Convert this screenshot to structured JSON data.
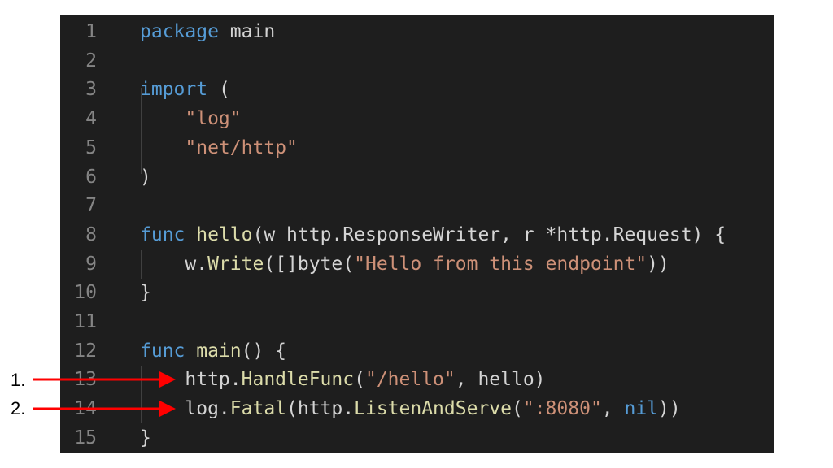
{
  "lines": [
    {
      "n": "1",
      "tokens": [
        [
          "kw",
          "package"
        ],
        [
          "p",
          " main"
        ]
      ]
    },
    {
      "n": "2",
      "tokens": []
    },
    {
      "n": "3",
      "tokens": [
        [
          "kw",
          "import"
        ],
        [
          "p",
          " ("
        ]
      ]
    },
    {
      "n": "4",
      "tokens": [
        [
          "p",
          "    "
        ],
        [
          "str",
          "\"log\""
        ]
      ]
    },
    {
      "n": "5",
      "tokens": [
        [
          "p",
          "    "
        ],
        [
          "str",
          "\"net/http\""
        ]
      ]
    },
    {
      "n": "6",
      "tokens": [
        [
          "p",
          ")"
        ]
      ]
    },
    {
      "n": "7",
      "tokens": []
    },
    {
      "n": "8",
      "tokens": [
        [
          "kw",
          "func"
        ],
        [
          "p",
          " "
        ],
        [
          "fn",
          "hello"
        ],
        [
          "p",
          "(w http.ResponseWriter, r *http.Request) {"
        ]
      ]
    },
    {
      "n": "9",
      "tokens": [
        [
          "p",
          "    w."
        ],
        [
          "fn",
          "Write"
        ],
        [
          "p",
          "([]byte("
        ],
        [
          "str",
          "\"Hello from this endpoint\""
        ],
        [
          "p",
          "))"
        ]
      ]
    },
    {
      "n": "10",
      "tokens": [
        [
          "p",
          "}"
        ]
      ]
    },
    {
      "n": "11",
      "tokens": []
    },
    {
      "n": "12",
      "tokens": [
        [
          "kw",
          "func"
        ],
        [
          "p",
          " "
        ],
        [
          "fn",
          "main"
        ],
        [
          "p",
          "() {"
        ]
      ]
    },
    {
      "n": "13",
      "tokens": [
        [
          "p",
          "    http."
        ],
        [
          "fn",
          "HandleFunc"
        ],
        [
          "p",
          "("
        ],
        [
          "str",
          "\"/hello\""
        ],
        [
          "p",
          ", hello)"
        ]
      ]
    },
    {
      "n": "14",
      "tokens": [
        [
          "p",
          "    log."
        ],
        [
          "fn",
          "Fatal"
        ],
        [
          "p",
          "(http."
        ],
        [
          "fn",
          "ListenAndServe"
        ],
        [
          "p",
          "("
        ],
        [
          "str",
          "\":8080\""
        ],
        [
          "p",
          ", "
        ],
        [
          "kw",
          "nil"
        ],
        [
          "p",
          "))"
        ]
      ]
    },
    {
      "n": "15",
      "tokens": [
        [
          "p",
          "}"
        ]
      ]
    }
  ],
  "annotations": [
    {
      "label": "1.",
      "target_line": "13"
    },
    {
      "label": "2.",
      "target_line": "14"
    }
  ],
  "colors": {
    "background": "#1e1e1e",
    "keyword": "#569cd6",
    "string": "#ce9178",
    "function": "#dcdcaa",
    "text": "#d4d4d4",
    "line_number": "#858585",
    "arrow": "#ff0000"
  }
}
